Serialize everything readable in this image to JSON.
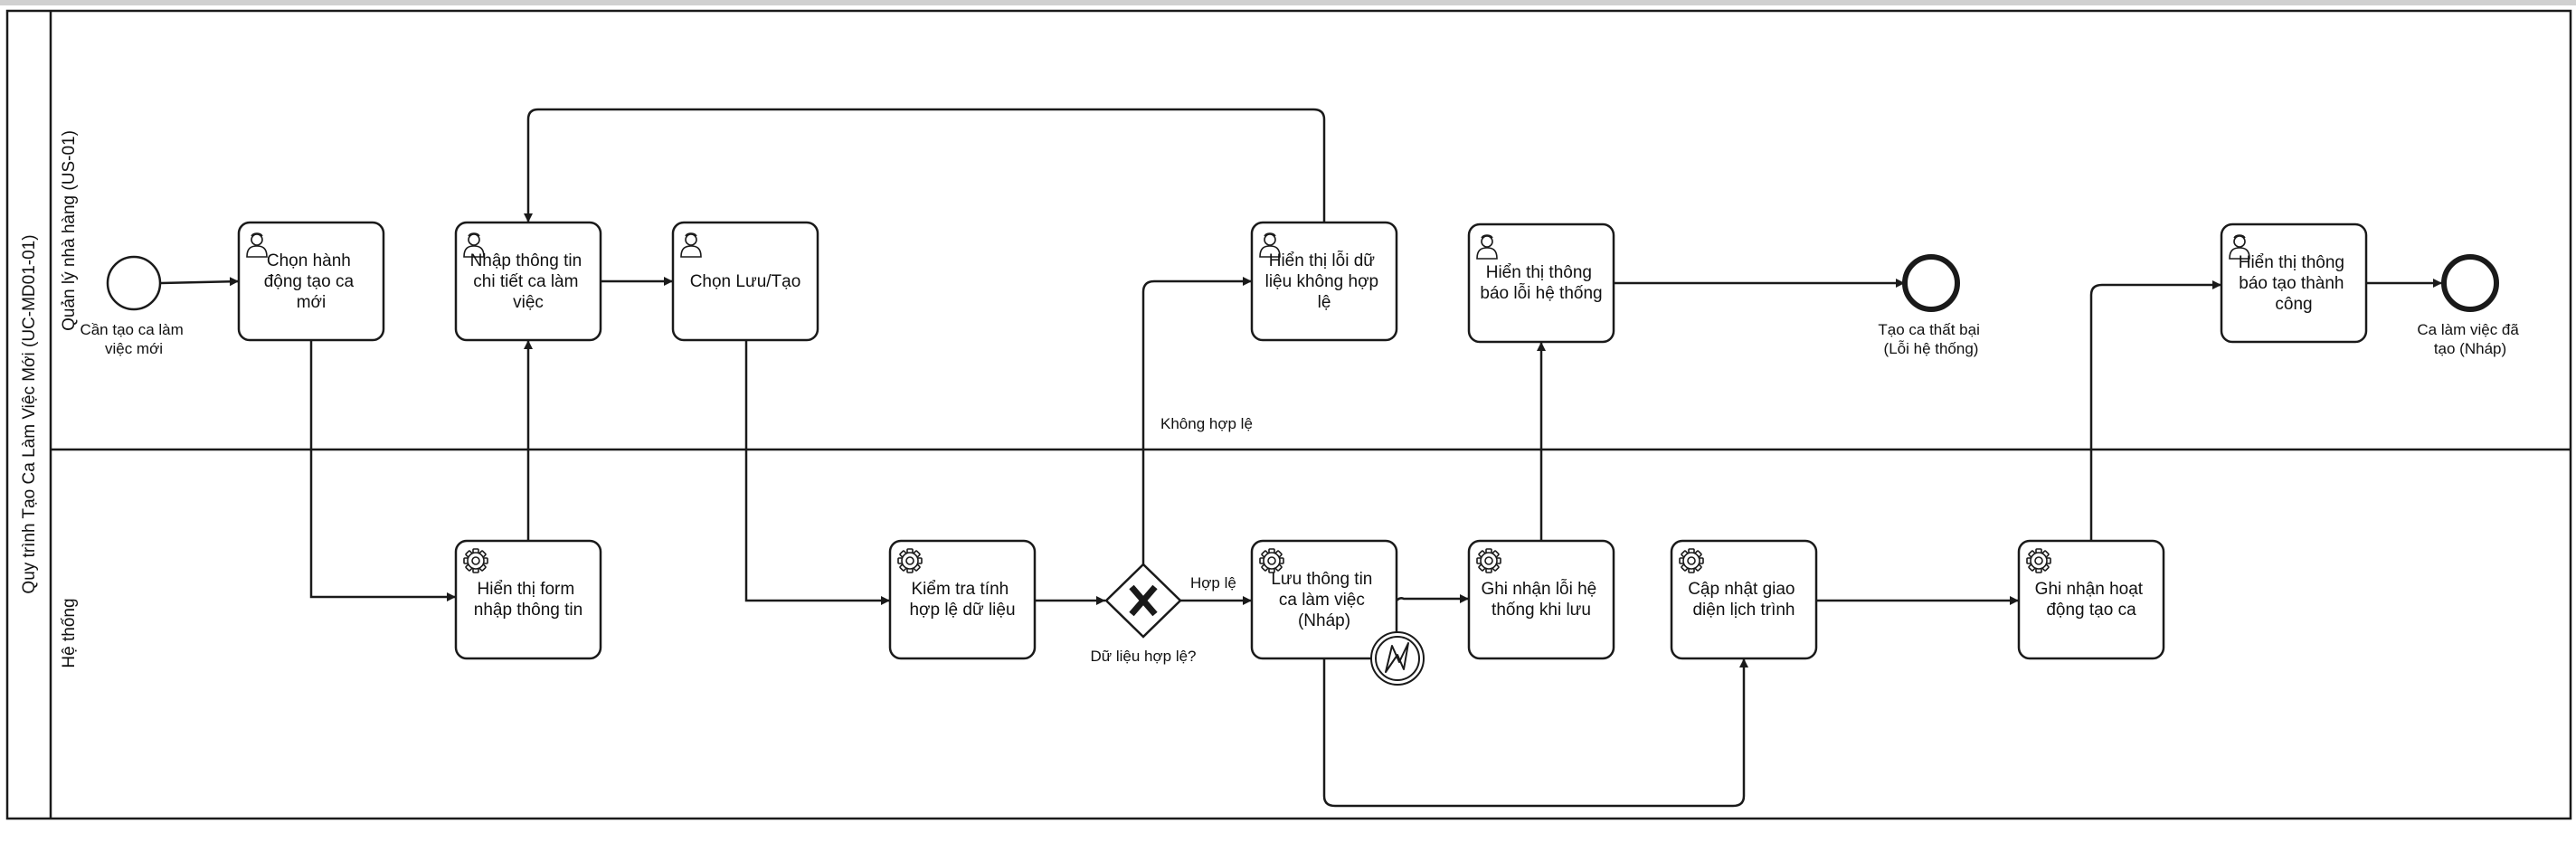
{
  "pool": {
    "title": "Quy trình Tạo Ca Làm Việc Mới (UC-MD01-01)",
    "lanes": [
      {
        "id": "manager",
        "label": "Quản lý nhà hàng (US-01)"
      },
      {
        "id": "system",
        "label": "Hệ thống"
      }
    ]
  },
  "tasks": [
    {
      "id": "t_choose_action",
      "type": "user",
      "lines": [
        "Chọn hành",
        "động tạo ca",
        "mới"
      ]
    },
    {
      "id": "t_enter_details",
      "type": "user",
      "lines": [
        "Nhập thông tin",
        "chi tiết ca làm",
        "việc"
      ]
    },
    {
      "id": "t_choose_save",
      "type": "user",
      "lines": [
        "Chọn Lưu/Tạo"
      ]
    },
    {
      "id": "t_show_invalid",
      "type": "user",
      "lines": [
        "Hiển thị lỗi dữ",
        "liệu không hợp",
        "lệ"
      ]
    },
    {
      "id": "t_show_system_error",
      "type": "user",
      "lines": [
        "Hiển thị thông",
        "báo lỗi hệ thống"
      ]
    },
    {
      "id": "t_show_success",
      "type": "user",
      "lines": [
        "Hiển thị thông",
        "báo tạo thành",
        "công"
      ]
    },
    {
      "id": "t_show_form",
      "type": "service",
      "lines": [
        "Hiển thị form",
        "nhập thông tin"
      ]
    },
    {
      "id": "t_validate",
      "type": "service",
      "lines": [
        "Kiểm tra tính",
        "hợp lệ dữ liệu"
      ]
    },
    {
      "id": "t_save_draft",
      "type": "service",
      "lines": [
        "Lưu thông tin",
        "ca làm việc",
        "(Nháp)"
      ]
    },
    {
      "id": "t_log_error",
      "type": "service",
      "lines": [
        "Ghi nhận lỗi hệ",
        "thống khi lưu"
      ]
    },
    {
      "id": "t_update_ui",
      "type": "service",
      "lines": [
        "Cập nhật giao",
        "diện lịch trình"
      ]
    },
    {
      "id": "t_log_activity",
      "type": "service",
      "lines": [
        "Ghi nhận hoạt",
        "động tạo ca"
      ]
    }
  ],
  "events": [
    {
      "id": "e_start",
      "kind": "start",
      "lines": [
        "Cần tạo ca làm",
        "việc mới"
      ]
    },
    {
      "id": "e_end_fail",
      "kind": "end",
      "lines": [
        "Tạo ca thất bại",
        "(Lỗi hệ thống)"
      ]
    },
    {
      "id": "e_end_ok",
      "kind": "end",
      "lines": [
        "Ca làm việc đã",
        "tạo (Nháp)"
      ]
    }
  ],
  "gateway": {
    "id": "g_valid",
    "kind": "exclusive",
    "marker": "X",
    "label": "Dữ liệu hợp lệ?"
  },
  "boundary_event": {
    "id": "b_error",
    "kind": "error",
    "attached_to": "t_save_draft"
  },
  "flow_labels": {
    "invalid": "Không hợp lệ",
    "valid": "Hợp lệ"
  },
  "colors": {
    "stroke": "#1a1a1a",
    "fill": "#ffffff",
    "text": "#111111"
  }
}
